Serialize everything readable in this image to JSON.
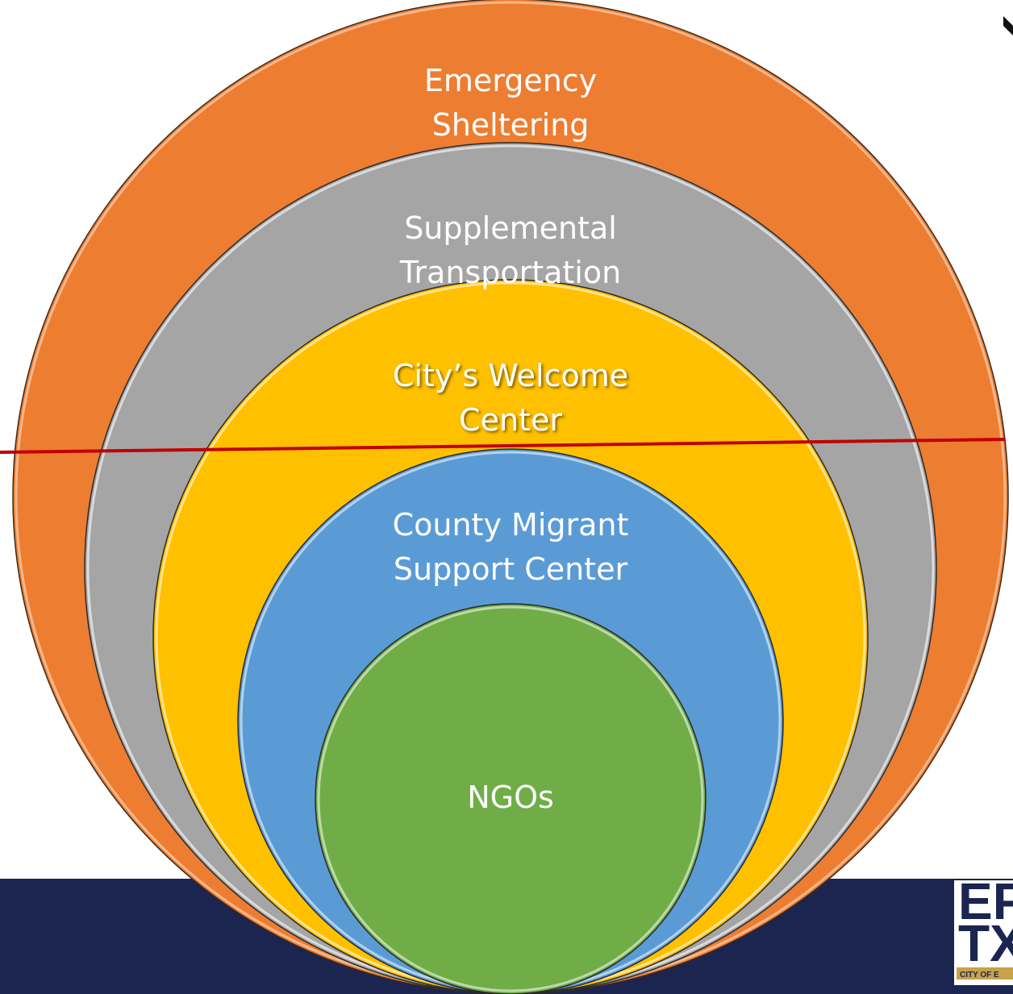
{
  "diagram": {
    "layers": [
      {
        "id": "emergency-sheltering",
        "lines": [
          "Emergency",
          "Sheltering"
        ],
        "color": "#ed7d31"
      },
      {
        "id": "supplemental-transportation",
        "lines": [
          "Supplemental",
          "Transportation"
        ],
        "color": "#a5a5a5"
      },
      {
        "id": "welcome-center",
        "lines": [
          "City’s Welcome",
          "Center"
        ],
        "color": "#ffc000"
      },
      {
        "id": "county-migrant-support-center",
        "lines": [
          "County Migrant",
          "Support Center"
        ],
        "color": "#5b9bd5"
      },
      {
        "id": "ngos",
        "lines": [
          "NGOs"
        ],
        "color": "#70ad47"
      }
    ],
    "divider_color": "#c00000"
  },
  "footer": {
    "band_color": "#1b2550"
  },
  "logo": {
    "line1": "EP",
    "line2": "TX",
    "tagline": "CITY OF E",
    "accent": "#c8a24a"
  }
}
